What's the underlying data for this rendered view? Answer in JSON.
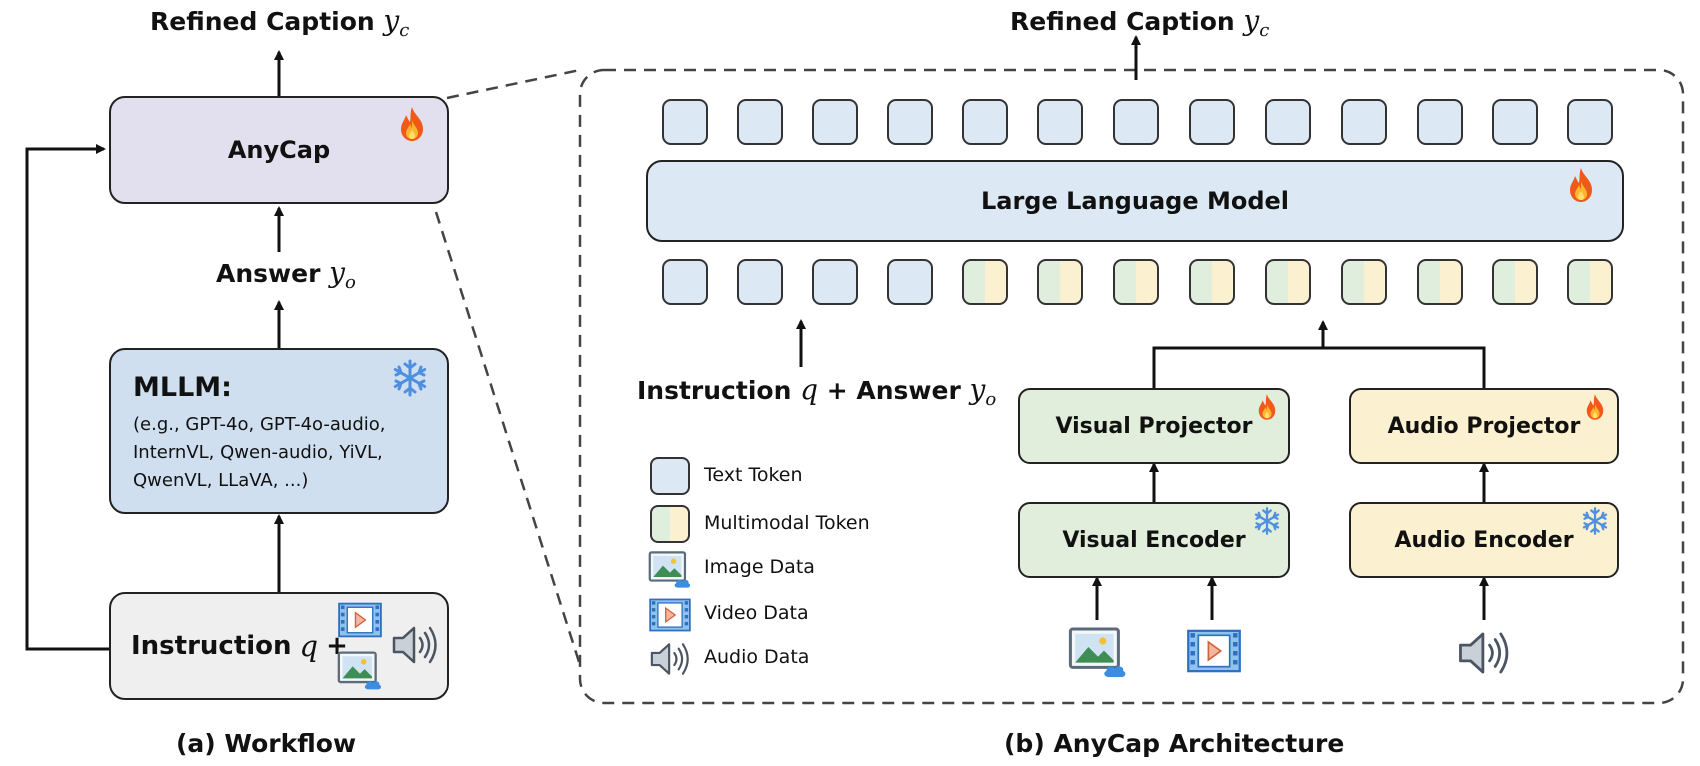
{
  "workflow": {
    "top_caption": "Refined Caption",
    "top_caption_var": "y",
    "top_caption_sub": "c",
    "anycap_label": "AnyCap",
    "answer_label": "Answer",
    "answer_var": "y",
    "answer_sub": "o",
    "mllm_title": "MLLM:",
    "mllm_lines": [
      "(e.g., GPT-4o, GPT-4o-audio,",
      "InternVL, Qwen-audio, YiVL,",
      "QwenVL, LLaVA, ...)"
    ],
    "instruction_label": "Instruction",
    "instruction_var": "q",
    "instruction_plus": "+",
    "panel_caption": "(a) Workflow"
  },
  "architecture": {
    "top_caption": "Refined Caption",
    "top_caption_var": "y",
    "top_caption_sub": "c",
    "llm_label": "Large Language Model",
    "input_label_1": "Instruction",
    "input_var_q": "q",
    "input_label_2": "+ Answer",
    "input_var_y": "y",
    "input_sub_o": "o",
    "visual_projector": "Visual Projector",
    "visual_encoder": "Visual Encoder",
    "audio_projector": "Audio Projector",
    "audio_encoder": "Audio Encoder",
    "panel_caption": "(b) AnyCap Architecture"
  },
  "legend": {
    "text_token": "Text Token",
    "multimodal_token": "Multimodal Token",
    "image_data": "Image Data",
    "video_data": "Video Data",
    "audio_data": "Audio Data"
  },
  "icons": {
    "trainable": "fire-icon",
    "frozen": "snowflake-icon",
    "image": "image-icon",
    "video": "video-icon",
    "audio": "speaker-icon"
  },
  "colors": {
    "anycap_box": "#e2e0ef",
    "mllm_box": "#cfdff0",
    "instruction_box": "#efefef",
    "text_token": "#dce9f5",
    "mm_token_green": "#dfeedd",
    "mm_token_yellow": "#fbf0cf",
    "visual_box": "#e1eedb",
    "audio_box": "#fbf0cf",
    "llm_box": "#dce9f5"
  }
}
